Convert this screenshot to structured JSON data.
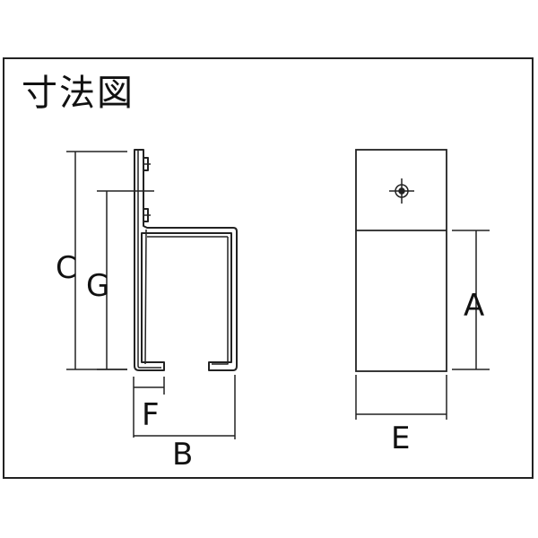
{
  "title": "寸法図",
  "labels": {
    "A": "A",
    "B": "B",
    "C": "C",
    "E": "E",
    "F": "F",
    "G": "G"
  },
  "colors": {
    "line": "#222222",
    "gray": "#8c8c8c"
  }
}
